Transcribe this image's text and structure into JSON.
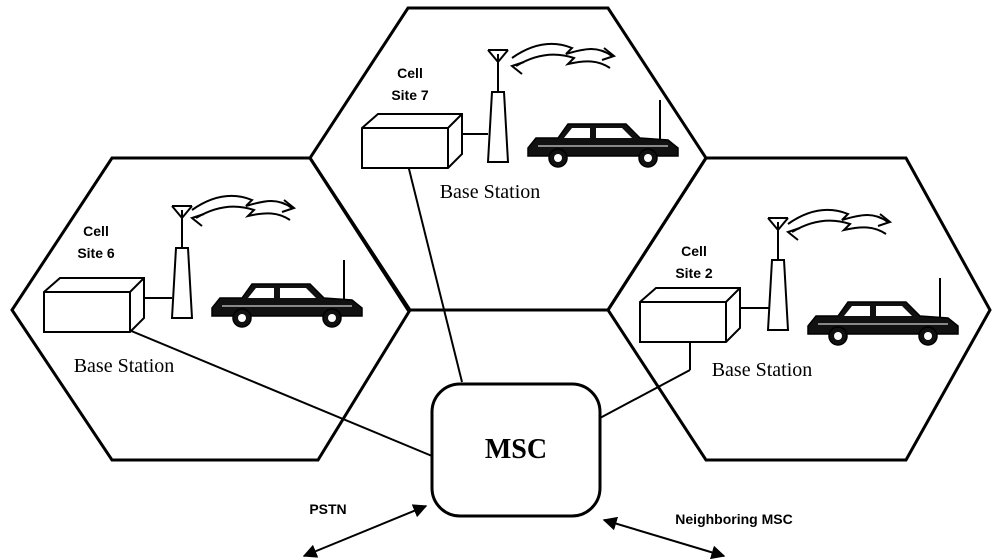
{
  "cells": [
    {
      "id": "cell-6",
      "label_line1": "Cell",
      "label_line2": "Site 6",
      "base_label": "Base Station"
    },
    {
      "id": "cell-7",
      "label_line1": "Cell",
      "label_line2": "Site 7",
      "base_label": "Base Station"
    },
    {
      "id": "cell-2",
      "label_line1": "Cell",
      "label_line2": "Site 2",
      "base_label": "Base Station"
    }
  ],
  "msc": {
    "label": "MSC"
  },
  "links": {
    "pstn": "PSTN",
    "neighboring": "Neighboring MSC"
  },
  "colors": {
    "stroke": "#000000",
    "background": "#ffffff",
    "box_fill": "#ffffff",
    "car_fill": "#111111"
  },
  "icons": [
    "base-station-box",
    "antenna-tower-icon",
    "radio-wave-icon",
    "car-icon",
    "double-arrow-icon"
  ]
}
